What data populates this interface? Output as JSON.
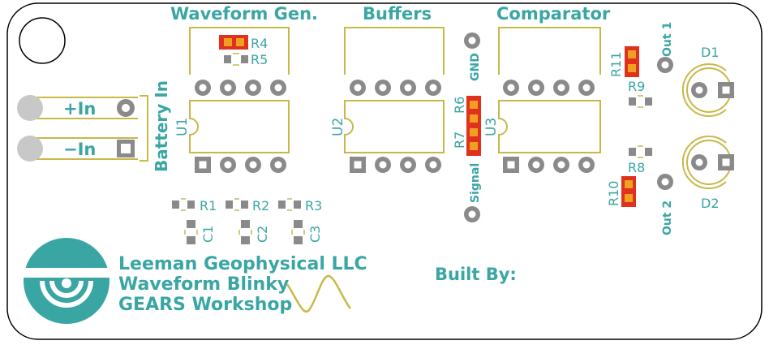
{
  "colors": {
    "silkscreen_text": "#3aa6a4",
    "silkscreen_outline": "#c8b84a",
    "pad_gray": "#8a8a8a",
    "pad_red": "#e0301e",
    "pad_orange": "#f0a020",
    "board_outline": "#000000"
  },
  "sections": {
    "waveform": "Waveform Gen.",
    "buffers": "Buffers",
    "comparator": "Comparator",
    "battery": "Battery In"
  },
  "inputs": {
    "plus": "+In",
    "minus": "−In"
  },
  "test_points": {
    "gnd": "GND",
    "signal": "Signal",
    "out1": "Out 1",
    "out2": "Out 2"
  },
  "refs": {
    "u1": "U1",
    "u2": "U2",
    "u3": "U3",
    "r1": "R1",
    "r2": "R2",
    "r3": "R3",
    "r4": "R4",
    "r5": "R5",
    "r6": "R6",
    "r7": "R7",
    "r8": "R8",
    "r9": "R9",
    "r10": "R10",
    "r11": "R11",
    "c1": "C1",
    "c2": "C2",
    "c3": "C3",
    "d1": "D1",
    "d2": "D2"
  },
  "credits": {
    "line1": "Leeman Geophysical LLC",
    "line2": "Waveform Blinky",
    "line3": "GEARS Workshop",
    "built_by": "Built By:"
  },
  "icons": {
    "logo": "geophysical-wave-logo-icon",
    "waveform": "triangle-wave-icon",
    "mount_hole": "mounting-hole-icon"
  }
}
